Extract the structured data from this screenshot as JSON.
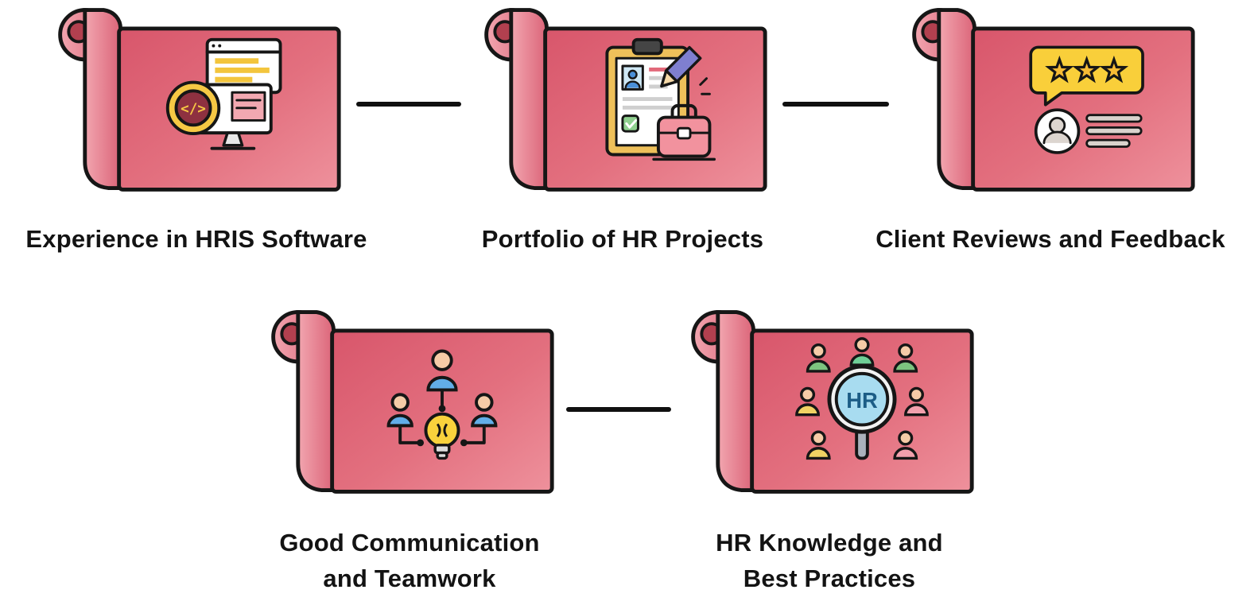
{
  "page": {
    "kind": "hr-qualifications-infographic",
    "background": "#ffffff"
  },
  "colors": {
    "scroll_body_dark": "#d8566b",
    "scroll_body_light": "#ee919c",
    "scroll_roll_light": "#f2a6b0",
    "scroll_roll_dark": "#db6478",
    "scroll_curl_inner": "#b2404f",
    "outline": "#161616",
    "connector": "#101010",
    "label_text": "#131313",
    "accent_yellow": "#f6c844",
    "accent_blue": "#62aee8",
    "accent_green": "#7cc47f",
    "accent_pink": "#f2929e"
  },
  "nodes": [
    {
      "id": "hris-software-experience",
      "icon": "code-monitor-icon",
      "label_lines": [
        "Experience in HRIS Software"
      ]
    },
    {
      "id": "hr-projects-portfolio",
      "icon": "resume-briefcase-icon",
      "label_lines": [
        "Portfolio of HR Projects"
      ]
    },
    {
      "id": "client-reviews-feedback",
      "icon": "star-review-icon",
      "label_lines": [
        "Client Reviews and Feedback"
      ]
    },
    {
      "id": "communication-teamwork",
      "icon": "team-lightbulb-icon",
      "label_lines": [
        "Good Communication",
        "and Teamwork"
      ]
    },
    {
      "id": "hr-knowledge-practices",
      "icon": "hr-magnifier-icon",
      "label_lines": [
        "HR Knowledge and",
        "Best Practices"
      ]
    }
  ],
  "icon_texts": {
    "code_glyph": "</>",
    "hr_badge": "HR"
  }
}
